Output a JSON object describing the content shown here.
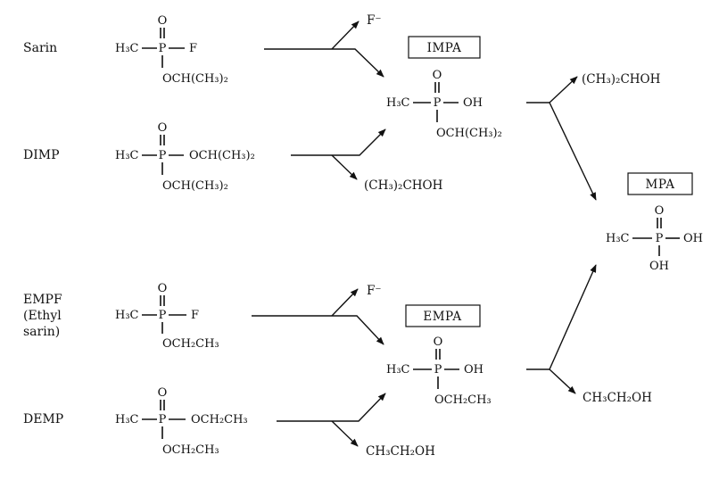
{
  "compounds": {
    "sarin": {
      "name": "Sarin",
      "left": "H₃C",
      "atom": "P",
      "oxo": "O",
      "right": "F",
      "down": "OCH(CH₃)₂"
    },
    "dimp": {
      "name": "DIMP",
      "left": "H₃C",
      "atom": "P",
      "oxo": "O",
      "right": "OCH(CH₃)₂",
      "down": "OCH(CH₃)₂"
    },
    "empf": {
      "name_lines": [
        "EMPF",
        "(Ethyl",
        "sarin)"
      ],
      "left": "H₃C",
      "atom": "P",
      "oxo": "O",
      "right": "F",
      "down": "OCH₂CH₃"
    },
    "demp": {
      "name": "DEMP",
      "left": "H₃C",
      "atom": "P",
      "oxo": "O",
      "right": "OCH₂CH₃",
      "down": "OCH₂CH₃"
    }
  },
  "intermediates": {
    "impa": {
      "label": "IMPA",
      "left": "H₃C",
      "atom": "P",
      "oxo": "O",
      "right": "OH",
      "down": "OCH(CH₃)₂"
    },
    "empa": {
      "label": "EMPA",
      "left": "H₃C",
      "atom": "P",
      "oxo": "O",
      "right": "OH",
      "down": "OCH₂CH₃"
    }
  },
  "final": {
    "mpa": {
      "label": "MPA",
      "left": "H₃C",
      "atom": "P",
      "oxo": "O",
      "right": "OH",
      "down": "OH"
    }
  },
  "byproducts": {
    "fluoride_top": "F⁻",
    "isopropanol_dimp": "(CH₃)₂CHOH",
    "isopropanol_impa": "(CH₃)₂CHOH",
    "fluoride_bottom": "F⁻",
    "ethanol_empa": "CH₃CH₂OH",
    "ethanol_demp": "CH₃CH₂OH"
  },
  "colors": {
    "ink": "#111111",
    "background": "#ffffff"
  }
}
